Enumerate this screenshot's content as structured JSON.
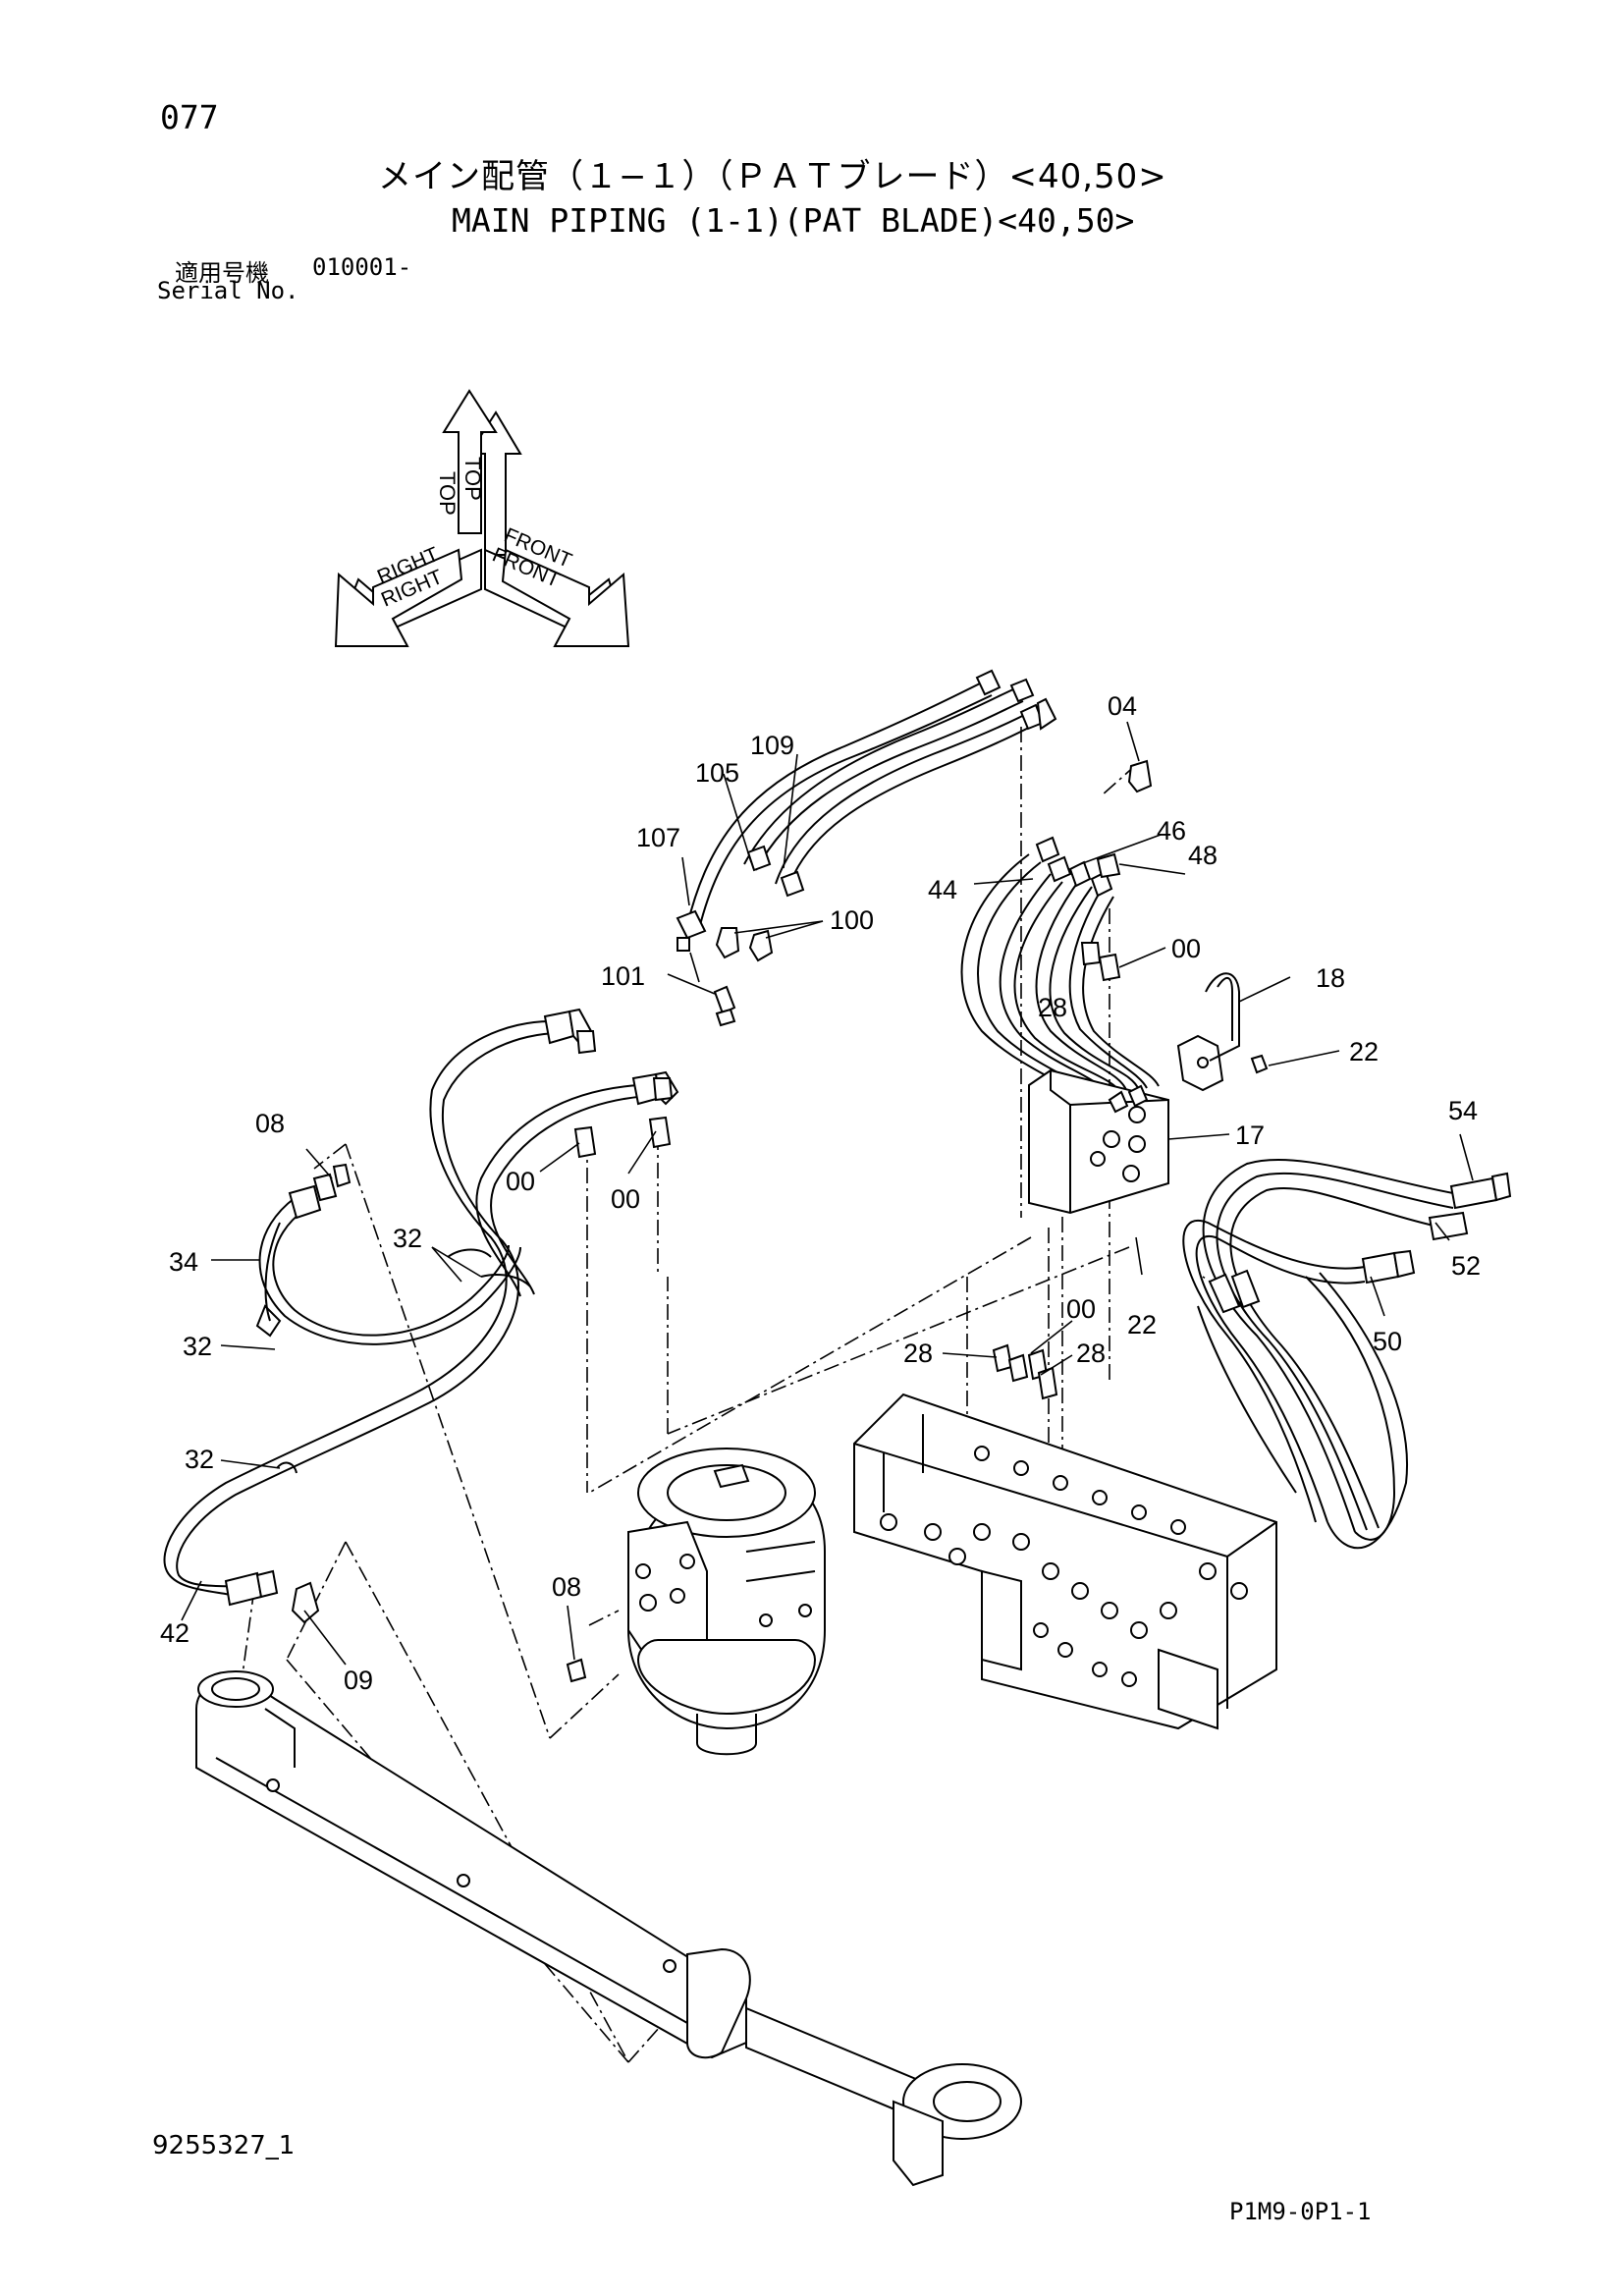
{
  "header": {
    "page_number": "077",
    "title_jp": "メイン配管（１−１）（ＰＡＴブレード）<40,50>",
    "title_en": "MAIN PIPING (1-1)(PAT BLADE)<40,50>",
    "serial_label_jp": "適用号機",
    "serial_value": "010001-",
    "serial_label_en": "Serial No."
  },
  "orientation": {
    "top": "TOP",
    "right": "RIGHT",
    "front": "FRONT"
  },
  "callouts": [
    "04",
    "109",
    "105",
    "107",
    "100",
    "101",
    "46",
    "48",
    "44",
    "00",
    "28",
    "18",
    "22",
    "17",
    "54",
    "52",
    "50",
    "08",
    "34",
    "32",
    "42",
    "09"
  ],
  "footer": {
    "drawing_id": "9255327_1",
    "page_code": "P1M9-0P1-1"
  }
}
